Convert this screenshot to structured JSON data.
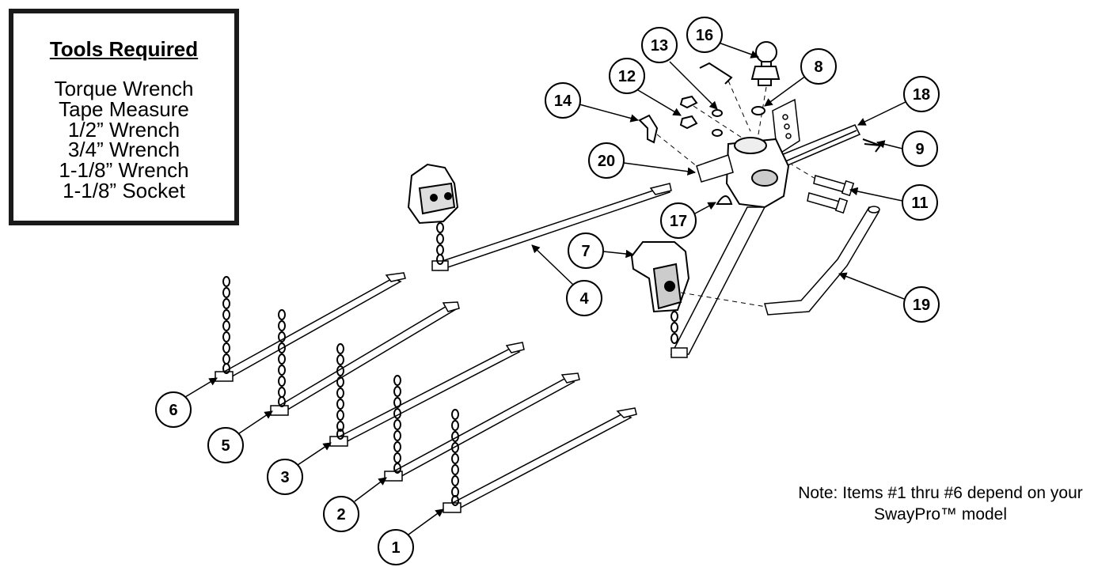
{
  "tools": {
    "title": "Tools Required",
    "items": [
      "Torque Wrench",
      "Tape Measure",
      "1/2” Wrench",
      "3/4” Wrench",
      "1-1/8” Wrench",
      "1-1/8” Socket"
    ]
  },
  "note": {
    "line1": "Note: Items #1 thru #6 depend on your",
    "line2": "SwayPro™ model"
  },
  "callouts": {
    "c16": "16",
    "c13": "13",
    "c8": "8",
    "c12": "12",
    "c14": "14",
    "c18": "18",
    "c9": "9",
    "c20": "20",
    "c11": "11",
    "c17": "17",
    "c7": "7",
    "c4": "4",
    "c19": "19",
    "c6": "6",
    "c5": "5",
    "c3": "3",
    "c2": "2",
    "c1": "1"
  }
}
